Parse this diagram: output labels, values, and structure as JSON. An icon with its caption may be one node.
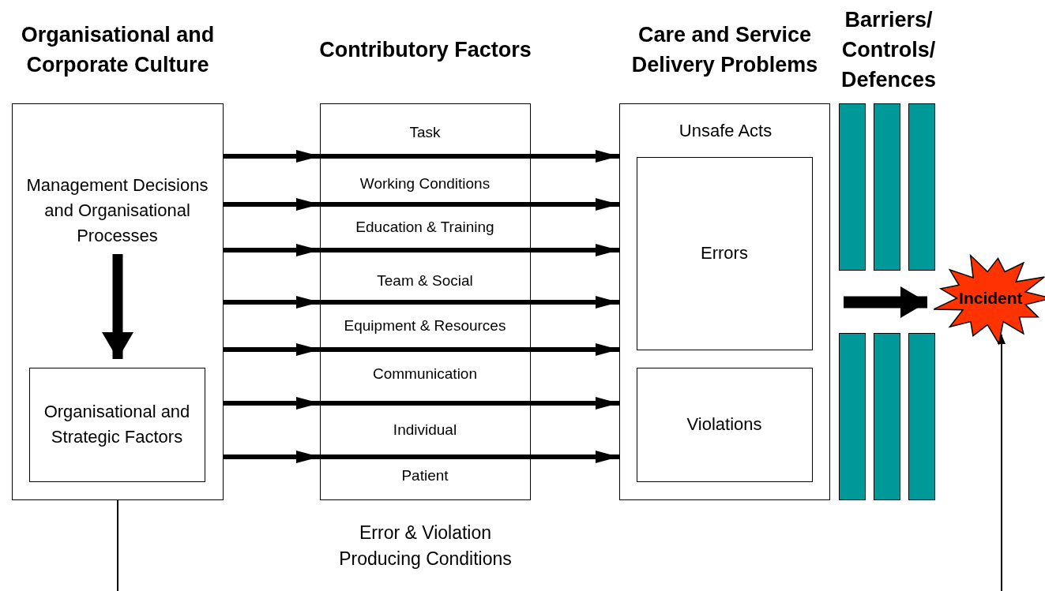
{
  "diagram": {
    "nodes": [
      {
        "text": [
          "Organisational and Corporate Culture"
        ]
      },
      {
        "text": [
          "Management Decisions and Organisational Processes"
        ],
        "in": 0
      },
      {
        "text": [
          "Organisational and Strategic Factors"
        ],
        "in": 0
      },
      {
        "text": [
          "Contributory Factors"
        ],
        "beside": [
          "Error & Violation Producing Conditions"
        ]
      },
      {
        "text": [
          "Task"
        ],
        "in": 3
      },
      {
        "text": [
          "Working Conditions"
        ],
        "in": 3
      },
      {
        "text": [
          "Education & Training"
        ],
        "in": 3
      },
      {
        "text": [
          "Team & Social"
        ],
        "in": 3
      },
      {
        "text": [
          "Equipment & Resources"
        ],
        "in": 3
      },
      {
        "text": [
          "Communication"
        ],
        "in": 3
      },
      {
        "text": [
          "Individual"
        ],
        "in": 3
      },
      {
        "text": [
          "Patient"
        ],
        "in": 3
      },
      {
        "text": [
          "Care and Service Delivery Problems",
          "Unsafe Acts"
        ]
      },
      {
        "text": [
          "Errors"
        ],
        "in": 12
      },
      {
        "text": [
          "Violations"
        ],
        "in": 12
      },
      {
        "text": [],
        "shape": "bar"
      },
      {
        "text": [],
        "shape": "bar"
      },
      {
        "text": [],
        "shape": "bar"
      },
      {
        "text": [],
        "shape": "bar"
      },
      {
        "text": [],
        "shape": "bar"
      },
      {
        "text": [],
        "shape": "bar"
      },
      {
        "text": [
          "Incident"
        ]
      }
    ],
    "edges": [
      {
        "from": 0,
        "to": 3,
        "arrow": "to"
      },
      {
        "from": 0,
        "to": 3,
        "arrow": "to"
      },
      {
        "from": 0,
        "to": 3,
        "arrow": "to"
      },
      {
        "from": 0,
        "to": 3,
        "arrow": "to"
      },
      {
        "from": 0,
        "to": 3,
        "arrow": "to"
      },
      {
        "from": 0,
        "to": 3,
        "arrow": "to"
      },
      {
        "from": 0,
        "to": 3,
        "arrow": "to"
      },
      {
        "from": 3,
        "to": 12,
        "arrow": "to"
      },
      {
        "from": 3,
        "to": 12,
        "arrow": "to"
      },
      {
        "from": 3,
        "to": 12,
        "arrow": "to"
      },
      {
        "from": 3,
        "to": 12,
        "arrow": "to"
      },
      {
        "from": 3,
        "to": 12,
        "arrow": "to"
      },
      {
        "from": 3,
        "to": 12,
        "arrow": "to"
      },
      {
        "from": 3,
        "to": 12,
        "arrow": "to"
      },
      {
        "from": 1,
        "to": 2,
        "arrow": "to",
        "style": "thick"
      },
      {
        "from": null,
        "to": 21,
        "arrow": "to",
        "style": "thick"
      },
      {
        "from": 0,
        "to": 21,
        "arrow": "to"
      }
    ],
    "labels": [
      "Barriers/ Controls/ Defences"
    ]
  }
}
